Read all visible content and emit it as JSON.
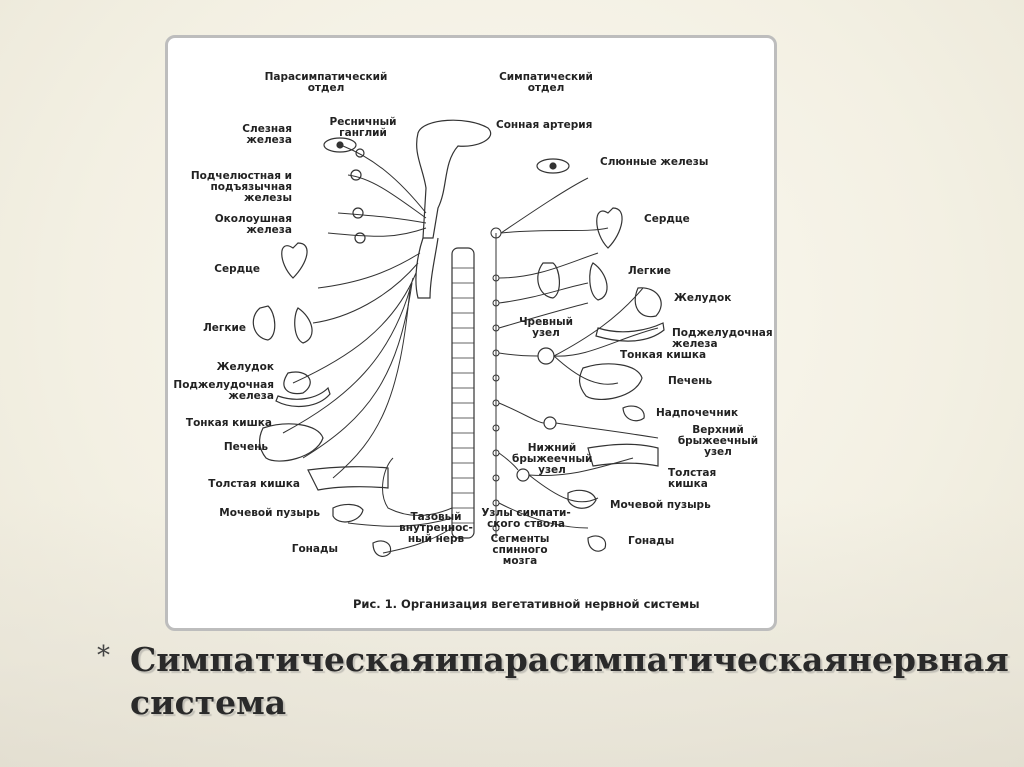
{
  "diagram": {
    "caption": "Рис. 1. Организация вегетативной нервной системы",
    "header_left": "Парасимпатический\nотдел",
    "header_right": "Симпатический\nотдел",
    "left_labels": {
      "ciliary": "Ресничный\nганглий",
      "lacrimal": "Слезная\nжелеза",
      "submandibular": "Подчелюстная и\nподъязычная\nжелезы",
      "parotid": "Околоушная\nжелеза",
      "heart": "Сердце",
      "lungs": "Легкие",
      "stomach": "Желудок",
      "pancreas": "Поджелудочная\nжелеза",
      "small_intestine": "Тонкая кишка",
      "liver": "Печень",
      "colon": "Толстая кишка",
      "bladder": "Мочевой пузырь",
      "gonads": "Гонады"
    },
    "right_labels": {
      "carotid": "Сонная артерия",
      "salivary": "Слюнные железы",
      "heart": "Сердце",
      "lungs": "Легкие",
      "stomach": "Желудок",
      "celiac": "Чревный\nузел",
      "pancreas": "Поджелудочная\nжелеза",
      "small_intestine": "Тонкая кишка",
      "liver": "Печень",
      "adrenal": "Надпочечник",
      "sup_mesenteric": "Верхний\nбрыжеечный\nузел",
      "inf_mesenteric": "Нижний\nбрыжеечный\nузел",
      "colon": "Толстая\nкишка",
      "bladder": "Мочевой пузырь",
      "gonads": "Гонады"
    },
    "center_labels": {
      "pelvic": "Тазовый\nвнутреннос-\nный нерв",
      "ganglia": "Узлы симпати-\nского ствола",
      "segments": "Сегменты\nспинного\nмозга"
    }
  },
  "slide": {
    "bullet": "*",
    "title_words": [
      "Симпатическая",
      "и",
      "парасимпатическая",
      "нервная"
    ],
    "title_line2": "система"
  }
}
